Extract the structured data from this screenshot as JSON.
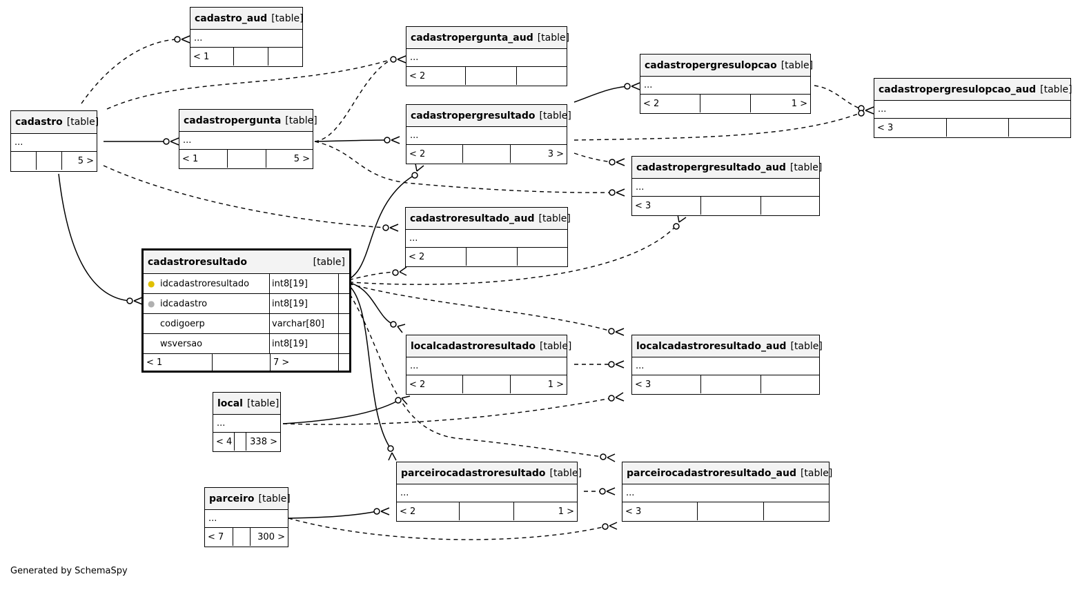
{
  "footer": "Generated by SchemaSpy",
  "tables": {
    "cadastro_aud": {
      "name": "cadastro_aud",
      "tag": "[table]",
      "dots": "...",
      "foot": [
        "< 1",
        "",
        ""
      ]
    },
    "cadastropergunta_aud": {
      "name": "cadastropergunta_aud",
      "tag": "[table]",
      "dots": "...",
      "foot": [
        "< 2",
        "",
        ""
      ]
    },
    "cadastropergresulopcao": {
      "name": "cadastropergresulopcao",
      "tag": "[table]",
      "dots": "...",
      "foot": [
        "< 2",
        "",
        "1 >"
      ]
    },
    "cadastropergresulopcao_aud": {
      "name": "cadastropergresulopcao_aud",
      "tag": "[table]",
      "dots": "...",
      "foot": [
        "< 3",
        "",
        ""
      ]
    },
    "cadastro": {
      "name": "cadastro",
      "tag": "[table]",
      "dots": "...",
      "foot": [
        "",
        "",
        "5 >"
      ]
    },
    "cadastropergunta": {
      "name": "cadastropergunta",
      "tag": "[table]",
      "dots": "...",
      "foot": [
        "< 1",
        "",
        "5 >"
      ]
    },
    "cadastropergresultado": {
      "name": "cadastropergresultado",
      "tag": "[table]",
      "dots": "...",
      "foot": [
        "< 2",
        "",
        "3 >"
      ]
    },
    "cadastropergresultado_aud": {
      "name": "cadastropergresultado_aud",
      "tag": "[table]",
      "dots": "...",
      "foot": [
        "< 3",
        "",
        ""
      ]
    },
    "cadastroresultado_aud": {
      "name": "cadastroresultado_aud",
      "tag": "[table]",
      "dots": "...",
      "foot": [
        "< 2",
        "",
        ""
      ]
    },
    "cadastroresultado": {
      "name": "cadastroresultado",
      "tag": "[table]",
      "columns": [
        {
          "name": "idcadastroresultado",
          "type": "int8[19]",
          "key": "primary-key-icon"
        },
        {
          "name": "idcadastro",
          "type": "int8[19]",
          "key": "foreign-key-icon"
        },
        {
          "name": "codigoerp",
          "type": "varchar[80]",
          "key": ""
        },
        {
          "name": "wsversao",
          "type": "int8[19]",
          "key": ""
        }
      ],
      "foot": [
        "< 1",
        "",
        "7 >"
      ]
    },
    "localcadastroresultado": {
      "name": "localcadastroresultado",
      "tag": "[table]",
      "dots": "...",
      "foot": [
        "< 2",
        "",
        "1 >"
      ]
    },
    "localcadastroresultado_aud": {
      "name": "localcadastroresultado_aud",
      "tag": "[table]",
      "dots": "...",
      "foot": [
        "< 3",
        "",
        ""
      ]
    },
    "local": {
      "name": "local",
      "tag": "[table]",
      "dots": "...",
      "foot": [
        "< 4",
        "",
        "338 >"
      ]
    },
    "parceirocadastroresultado": {
      "name": "parceirocadastroresultado",
      "tag": "[table]",
      "dots": "...",
      "foot": [
        "< 2",
        "",
        "1 >"
      ]
    },
    "parceirocadastroresultado_aud": {
      "name": "parceirocadastroresultado_aud",
      "tag": "[table]",
      "dots": "...",
      "foot": [
        "< 3",
        "",
        ""
      ]
    },
    "parceiro": {
      "name": "parceiro",
      "tag": "[table]",
      "dots": "...",
      "foot": [
        "< 7",
        "",
        "300 >"
      ]
    }
  }
}
